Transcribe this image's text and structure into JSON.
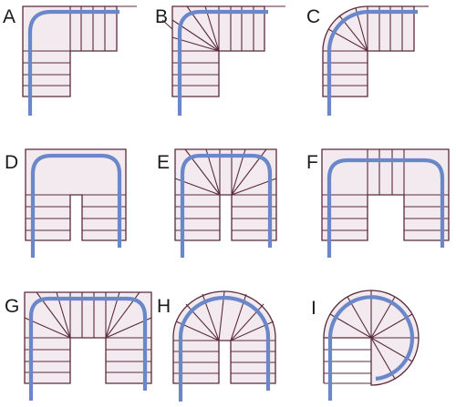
{
  "labels": {
    "a": "A",
    "b": "B",
    "c": "C",
    "d": "D",
    "e": "E",
    "f": "F",
    "g": "G",
    "h": "H",
    "i": "I"
  },
  "colors": {
    "plan_fill": "#f2eaee",
    "outline": "#5a2a3a",
    "walk_line": "#6a87c9"
  }
}
